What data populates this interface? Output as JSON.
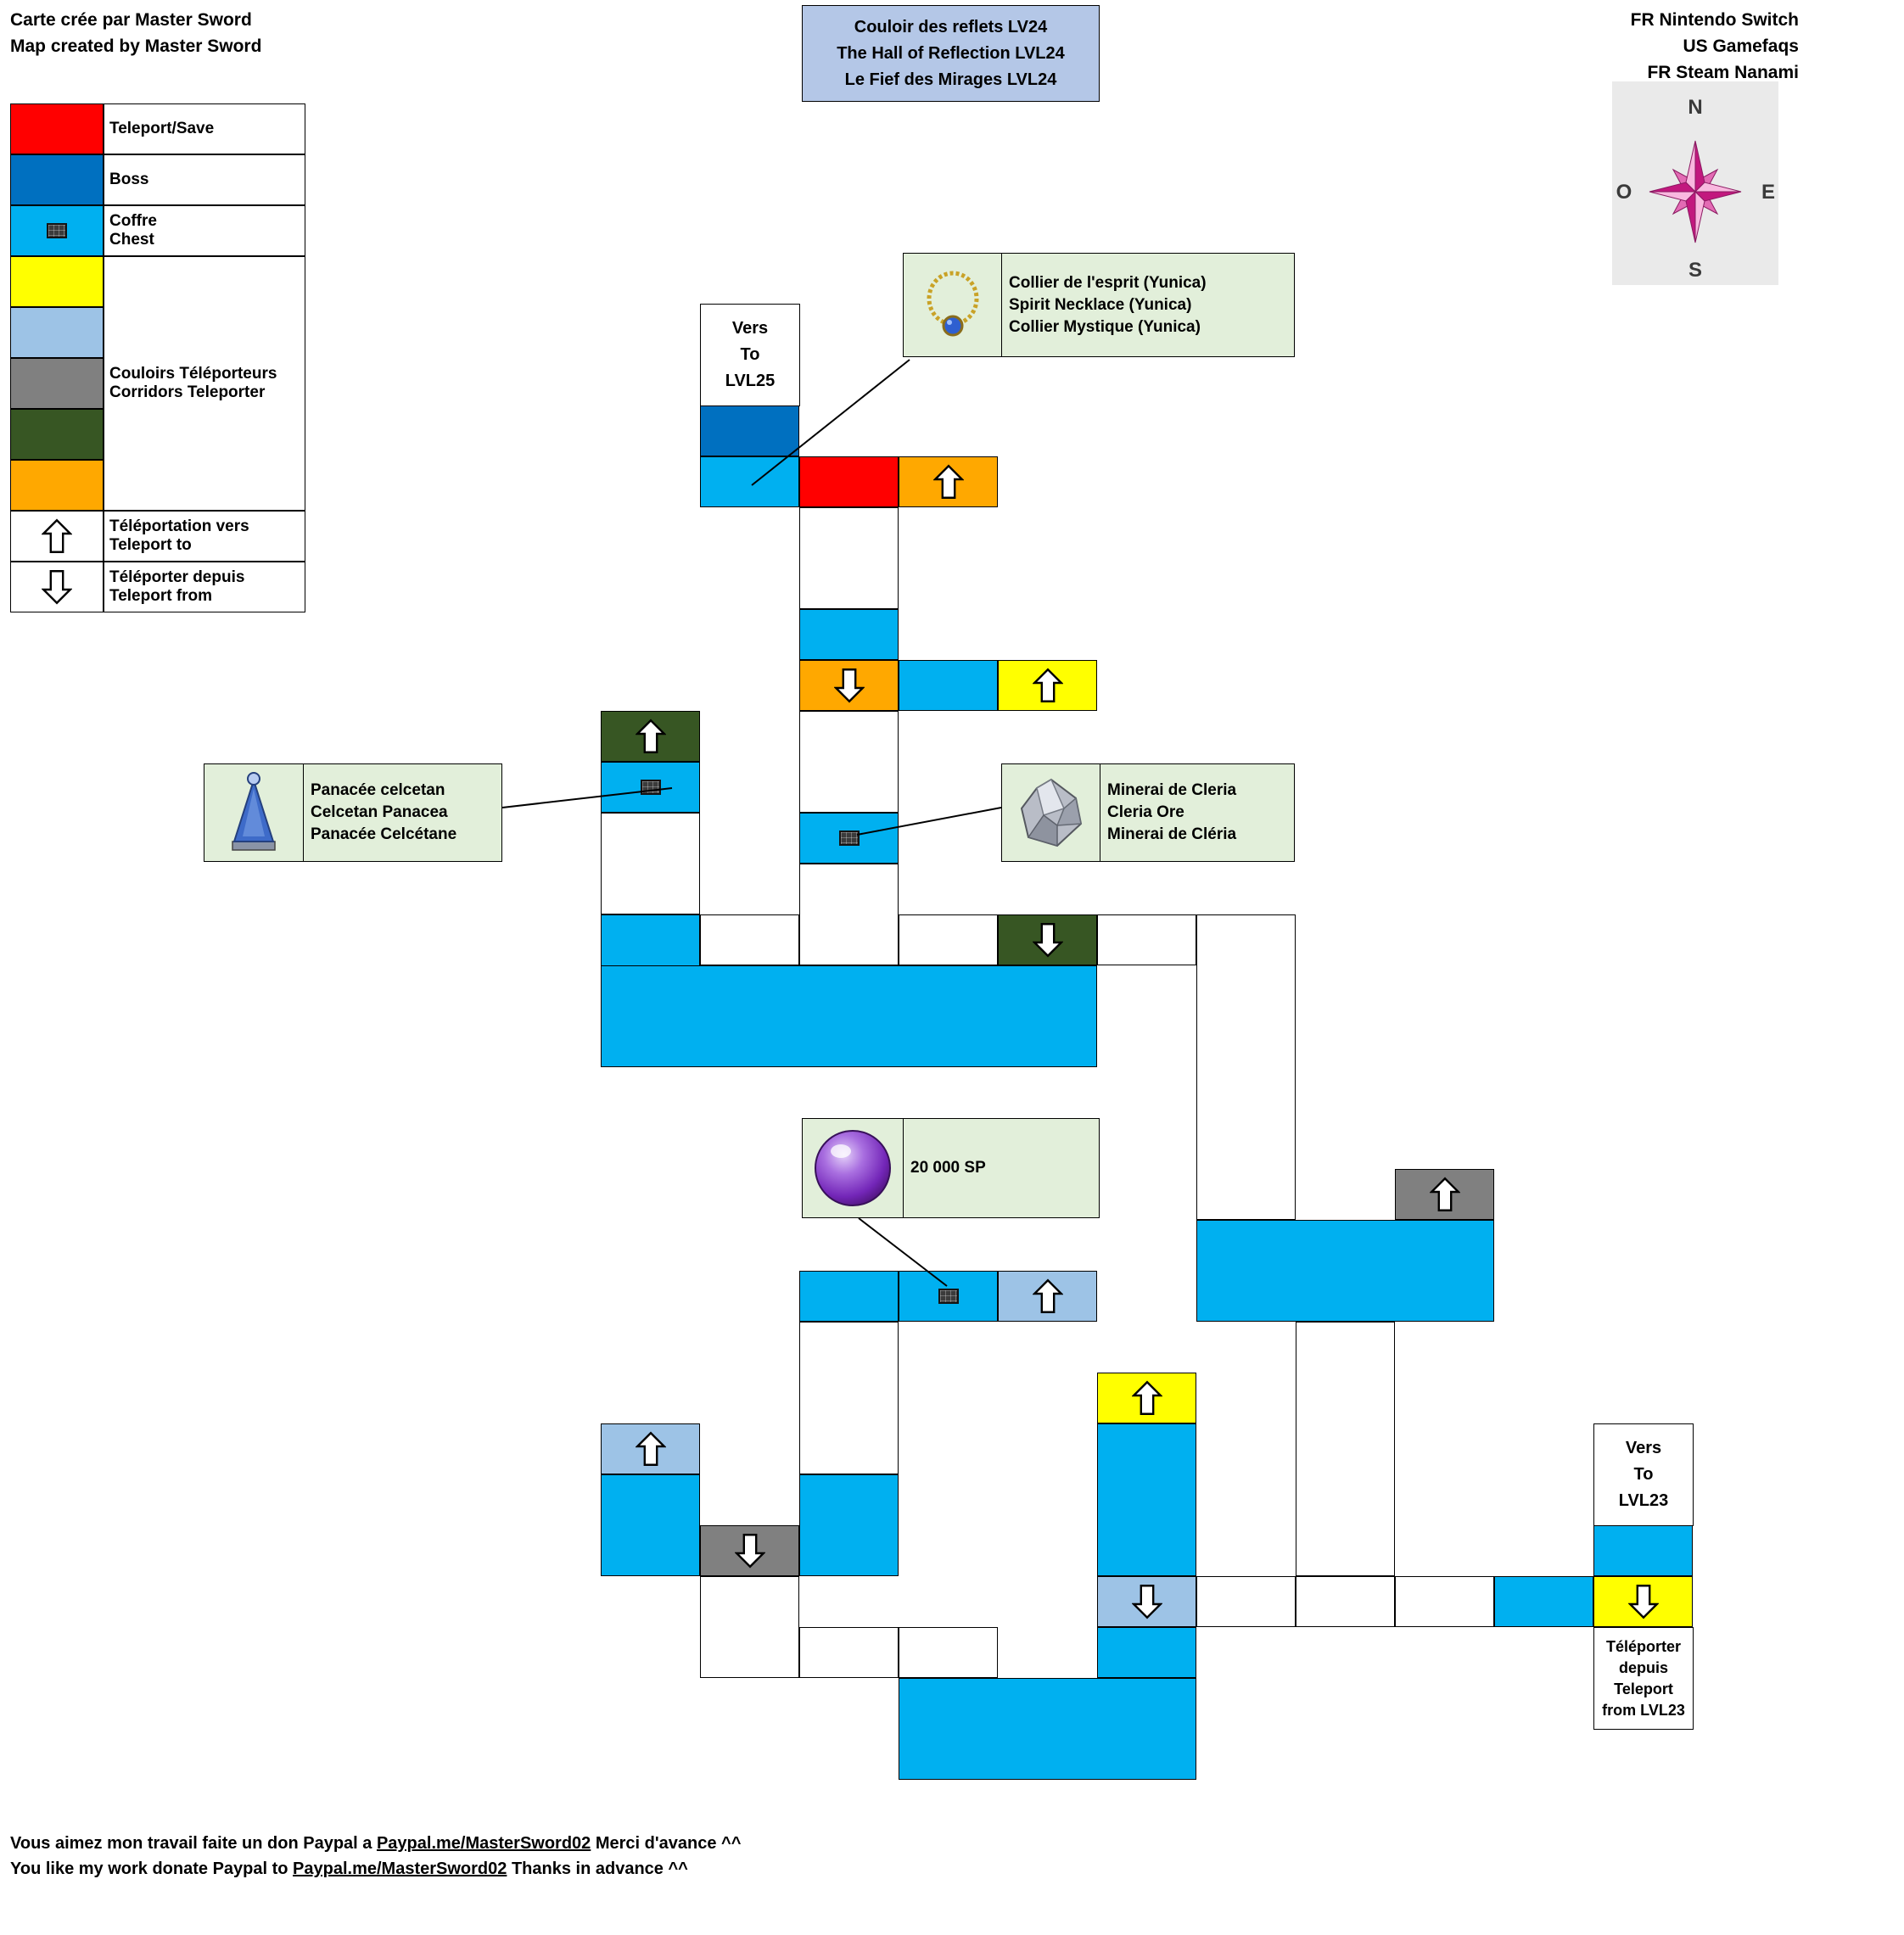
{
  "credit": {
    "text": "Carte crée par Master Sword\nMap created by Master Sword"
  },
  "title_box": {
    "text": "Couloir des reflets LV24\nThe Hall of Reflection LVL24\nLe Fief des Mirages LVL24"
  },
  "sources": {
    "text": "FR Nintendo Switch\nUS Gamefaqs\nFR Steam Nanami"
  },
  "compass": {
    "n": "N",
    "e": "E",
    "s": "S",
    "o": "O"
  },
  "legend": {
    "teleport_save": "Teleport/Save",
    "boss": "Boss",
    "chest": "Coffre\nChest",
    "corridors": "Couloirs Téléporteurs\nCorridors Teleporter",
    "teleport_to": "Téléportation vers\nTeleport to",
    "teleport_from": "Téléporter depuis\nTeleport from"
  },
  "palette": {
    "red": "#FF0000",
    "boss": "#0070C0",
    "cyan": "#00B0F0",
    "yellow": "#FFFF00",
    "lightblue": "#9DC3E6",
    "gray": "#808080",
    "green": "#375623",
    "orange": "#FFA800",
    "white": "#FFFFFF",
    "title_bg": "#B4C7E7",
    "info_bg": "#E2EFDA"
  },
  "map": {
    "labels": {
      "to_lvl25": "Vers\nTo\nLVL25",
      "to_lvl23": "Vers\nTo\nLVL23",
      "from_lvl23": "Téléporter\ndepuis\nTeleport\nfrom LVL23"
    },
    "cells": [
      {
        "c": 1,
        "r": 2,
        "color": "boss"
      },
      {
        "c": 1,
        "r": 3,
        "color": "cyan"
      },
      {
        "c": 2,
        "r": 3,
        "color": "red"
      },
      {
        "c": 3,
        "r": 3,
        "color": "orange",
        "icon": "arrow-up"
      },
      {
        "c": 2,
        "r": 4,
        "h": 2,
        "color": "white"
      },
      {
        "c": 2,
        "r": 6,
        "color": "cyan"
      },
      {
        "c": 2,
        "r": 7,
        "color": "orange",
        "icon": "arrow-down"
      },
      {
        "c": 3,
        "r": 7,
        "color": "cyan"
      },
      {
        "c": 4,
        "r": 7,
        "color": "yellow",
        "icon": "arrow-up"
      },
      {
        "c": 0,
        "r": 8,
        "color": "green",
        "icon": "arrow-up"
      },
      {
        "c": 0,
        "r": 9,
        "color": "cyan",
        "icon": "chest"
      },
      {
        "c": 2,
        "r": 8,
        "h": 2,
        "color": "white"
      },
      {
        "c": 0,
        "r": 10,
        "h": 2,
        "color": "white"
      },
      {
        "c": 2,
        "r": 10,
        "color": "cyan",
        "icon": "chest"
      },
      {
        "c": 2,
        "r": 11,
        "h": 2,
        "color": "white"
      },
      {
        "c": 1,
        "r": 12,
        "color": "white"
      },
      {
        "c": 3,
        "r": 12,
        "color": "white"
      },
      {
        "c": 5,
        "r": 12,
        "color": "white"
      },
      {
        "c": 6,
        "r": 12,
        "h": 6,
        "color": "white"
      },
      {
        "c": 4,
        "r": 12,
        "color": "green",
        "icon": "arrow-down"
      },
      {
        "c": 0,
        "r": 12,
        "h": 3,
        "color": "cyan"
      },
      {
        "c": 0,
        "r": 13,
        "w": 5,
        "h": 2,
        "color": "cyan"
      },
      {
        "c": 8,
        "r": 17,
        "color": "gray",
        "icon": "arrow-up"
      },
      {
        "c": 6,
        "r": 18,
        "w": 3,
        "h": 2,
        "color": "cyan"
      },
      {
        "c": 7,
        "r": 20,
        "h": 5,
        "color": "white"
      },
      {
        "c": 2,
        "r": 19,
        "color": "cyan"
      },
      {
        "c": 3,
        "r": 19,
        "color": "cyan",
        "icon": "chest"
      },
      {
        "c": 4,
        "r": 19,
        "color": "lightblue",
        "icon": "arrow-up"
      },
      {
        "c": 2,
        "r": 20,
        "h": 3,
        "color": "white"
      },
      {
        "c": 5,
        "r": 21,
        "color": "yellow",
        "icon": "arrow-up"
      },
      {
        "c": 5,
        "r": 22,
        "h": 3,
        "color": "cyan"
      },
      {
        "c": 0,
        "r": 22,
        "color": "lightblue",
        "icon": "arrow-up"
      },
      {
        "c": 0,
        "r": 23,
        "h": 2,
        "color": "cyan"
      },
      {
        "c": 1,
        "r": 24,
        "color": "gray",
        "icon": "arrow-down"
      },
      {
        "c": 2,
        "r": 23,
        "h": 2,
        "color": "cyan"
      },
      {
        "c": 1,
        "r": 25,
        "h": 2,
        "color": "white"
      },
      {
        "c": 2,
        "r": 26,
        "color": "white"
      },
      {
        "c": 3,
        "r": 26,
        "color": "white"
      },
      {
        "c": 5,
        "r": 25,
        "color": "lightblue",
        "icon": "arrow-down"
      },
      {
        "c": 5,
        "r": 26,
        "color": "cyan"
      },
      {
        "c": 3,
        "r": 27,
        "w": 3,
        "h": 2,
        "color": "cyan"
      },
      {
        "c": 6,
        "r": 25,
        "color": "white"
      },
      {
        "c": 7,
        "r": 25,
        "color": "white"
      },
      {
        "c": 8,
        "r": 25,
        "color": "white"
      },
      {
        "c": 9,
        "r": 25,
        "color": "cyan"
      },
      {
        "c": 10,
        "r": 24,
        "color": "cyan"
      },
      {
        "c": 10,
        "r": 25,
        "color": "yellow",
        "icon": "arrow-down"
      }
    ]
  },
  "info_boxes": [
    {
      "lines": "Collier de l'esprit (Yunica)\nSpirit Necklace (Yunica)\nCollier Mystique (Yunica)"
    },
    {
      "lines": "Panacée celcetan\nCelcetan Panacea\nPanacée Celcétane"
    },
    {
      "lines": "Minerai de Cleria\nCleria Ore\nMinerai de Cléria"
    },
    {
      "lines": "20 000 SP"
    }
  ],
  "donation": {
    "fr_pre": "Vous aimez mon travail faite un don Paypal a ",
    "fr_link": "Paypal.me/MasterSword02",
    "fr_post": " Merci d'avance ^^",
    "en_pre": "You like my work donate Paypal to ",
    "en_link": "Paypal.me/MasterSword02",
    "en_post": " Thanks in advance ^^"
  }
}
